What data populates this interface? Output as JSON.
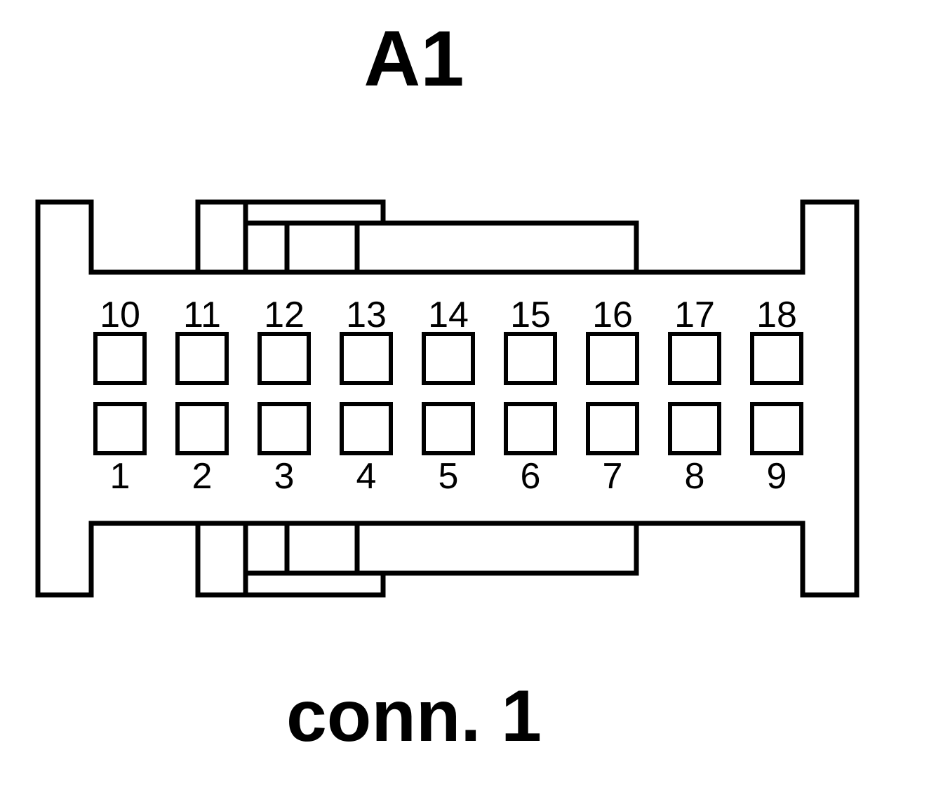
{
  "title": "A1",
  "caption": "conn. 1",
  "colors": {
    "stroke": "#000000",
    "background": "#ffffff"
  },
  "top_row_pins": [
    "10",
    "11",
    "12",
    "13",
    "14",
    "15",
    "16",
    "17",
    "18"
  ],
  "bottom_row_pins": [
    "1",
    "2",
    "3",
    "4",
    "5",
    "6",
    "7",
    "8",
    "9"
  ]
}
